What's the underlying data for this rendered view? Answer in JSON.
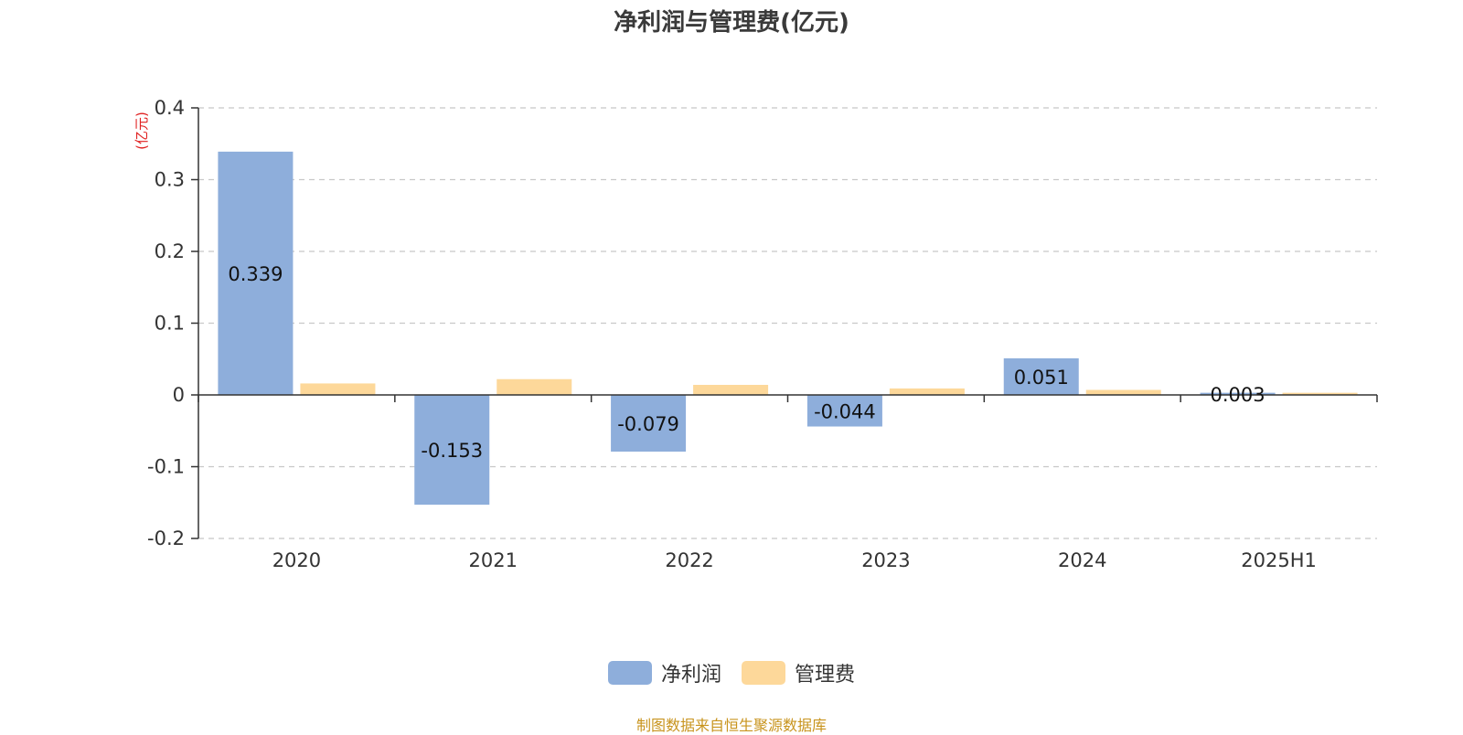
{
  "chart_data": {
    "type": "bar",
    "title": "净利润与管理费(亿元)",
    "ylabel": "(亿元)",
    "categories": [
      "2020",
      "2021",
      "2022",
      "2023",
      "2024",
      "2025H1"
    ],
    "series": [
      {
        "name": "净利润",
        "color": "#8eaedb",
        "values": [
          0.339,
          -0.153,
          -0.079,
          -0.044,
          0.051,
          0.003
        ],
        "labels": [
          "0.339",
          "-0.153",
          "-0.079",
          "-0.044",
          "0.051",
          "0.003"
        ]
      },
      {
        "name": "管理费",
        "color": "#fdd89a",
        "values": [
          0.016,
          0.022,
          0.014,
          0.009,
          0.007,
          0.003
        ]
      }
    ],
    "ylim": [
      -0.2,
      0.4
    ],
    "yticks": [
      0.4,
      0.3,
      0.2,
      0.1,
      0,
      -0.1,
      -0.2
    ],
    "ytick_labels": [
      "0.4",
      "0.3",
      "0.2",
      "0.1",
      "0",
      "-0.1",
      "-0.2"
    ],
    "grid": true,
    "legend_position": "bottom-center"
  },
  "footer": {
    "source": "制图数据来自恒生聚源数据库"
  }
}
